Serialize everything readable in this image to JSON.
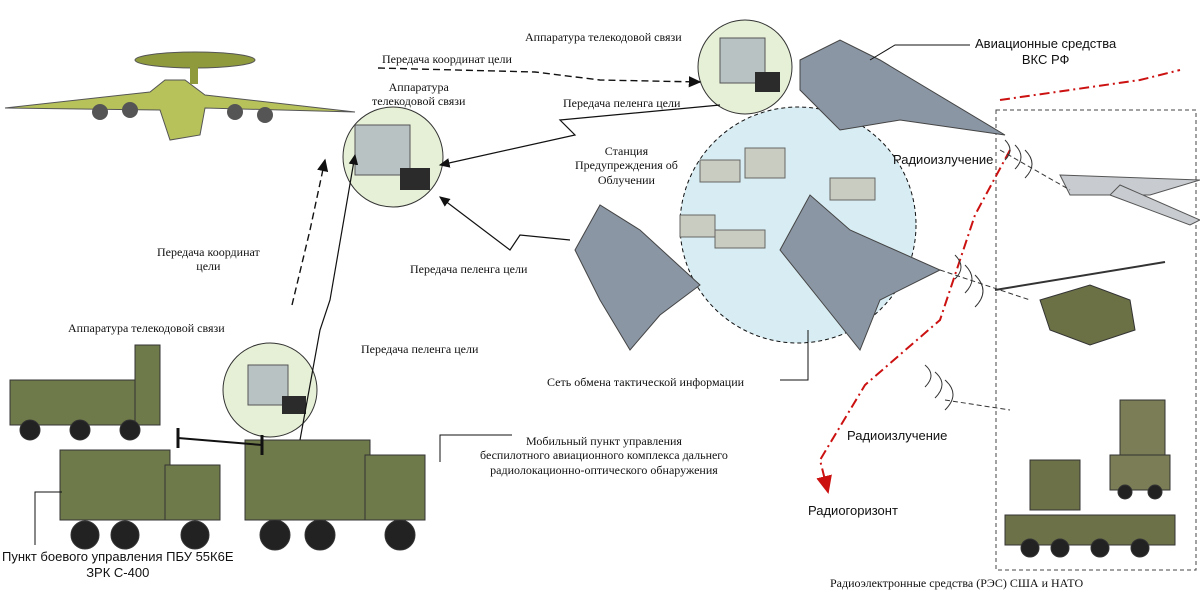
{
  "labels": {
    "coord_top": "Передача координат цели",
    "telecode_top_right": "Аппаратура телекодовой связи",
    "aviation_vks": "Авиационные средства\nВКС РФ",
    "telecode_awacs": "Аппаратура\nтелекодовой связи",
    "bearing_top": "Передача пеленга цели",
    "warning_station": "Станция\nПредупреждения об\nОблучении",
    "radio_emission_top": "Радиоизлучение",
    "coord_left": "Передача координат\nцели",
    "bearing_mid": "Передача пеленга цели",
    "telecode_lower": "Аппаратура телекодовой связи",
    "bearing_lower": "Передача пеленга цели",
    "tactical_network": "Сеть обмена тактической информации",
    "radio_emission_bottom": "Радиоизлучение",
    "mobile_command": "Мобильный пункт управления\nбеспилотного авиационного комплекса дальнего\nрадиолокационно-оптического обнаружения",
    "radio_horizon": "Радиогоризонт",
    "command_post": "Пункт боевого управления ПБУ 55К6Е\nЗРК С-400",
    "nato_means": "Радиоэлектронные средства (РЭС) США и НАТО"
  },
  "colors": {
    "horizon_line": "#cc1111",
    "network_circle": "#d8edf3",
    "node_circle": "#e6f0d6",
    "military_green": "#6f7a4a",
    "camo_grey": "#8a96a4"
  }
}
